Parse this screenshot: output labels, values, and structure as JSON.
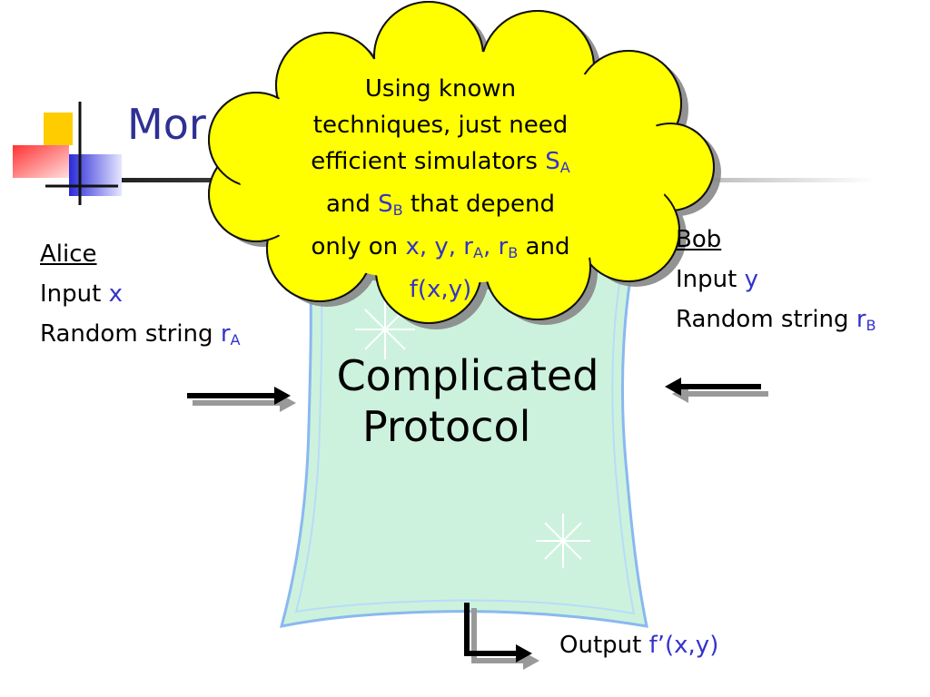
{
  "title": "Mor",
  "alice": {
    "header": "Alice",
    "input_label": "Input",
    "input_var": "x",
    "random_label": "Random string",
    "random_var": "r",
    "random_sub": "A"
  },
  "bob": {
    "header": "Bob",
    "input_label": "Input",
    "input_var": "y",
    "random_label": "Random string",
    "random_var": "r",
    "random_sub": "B"
  },
  "protocol": {
    "line1": "Complicated",
    "line2": "Protocol"
  },
  "cloud": {
    "line1": "Using known",
    "line2": "techniques, just need",
    "line3_a": "efficient simulators",
    "sa": "S",
    "sa_sub": "A",
    "line4_and": "and",
    "sb": "S",
    "sb_sub": "B",
    "line4_b": "that depend",
    "line5_a": "only on",
    "line5_vars": "x, y, r",
    "ra_sub": "A",
    "comma": ", r",
    "rb_sub": "B",
    "line5_and": "and",
    "line6": "f(x,y)"
  },
  "output": {
    "label": "Output",
    "value": "f’(x,y)"
  },
  "colors": {
    "title": "#2e3192",
    "variable": "#3333cc",
    "cloud_fill": "#ffff00",
    "scroll_fill": "#ccf2dd",
    "scroll_border": "#8ab8f0"
  }
}
